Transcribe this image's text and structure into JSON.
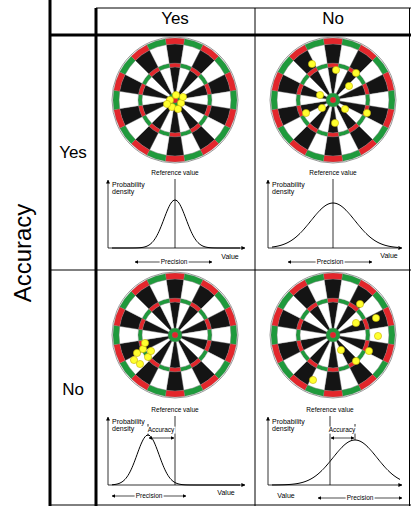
{
  "diagram": {
    "labels": [
      "Yes",
      "No",
      "Accuracy",
      "Yes",
      "No",
      "Reference value",
      "Probability density",
      "Precision",
      "Value",
      "Reference value",
      "Probability density",
      "Precision",
      "Value",
      "Reference value",
      "Probability density",
      "Accuracy",
      "Precision",
      "Value",
      "Reference value",
      "Probability density",
      "Accuracy",
      "Precision",
      "Value"
    ]
  }
}
